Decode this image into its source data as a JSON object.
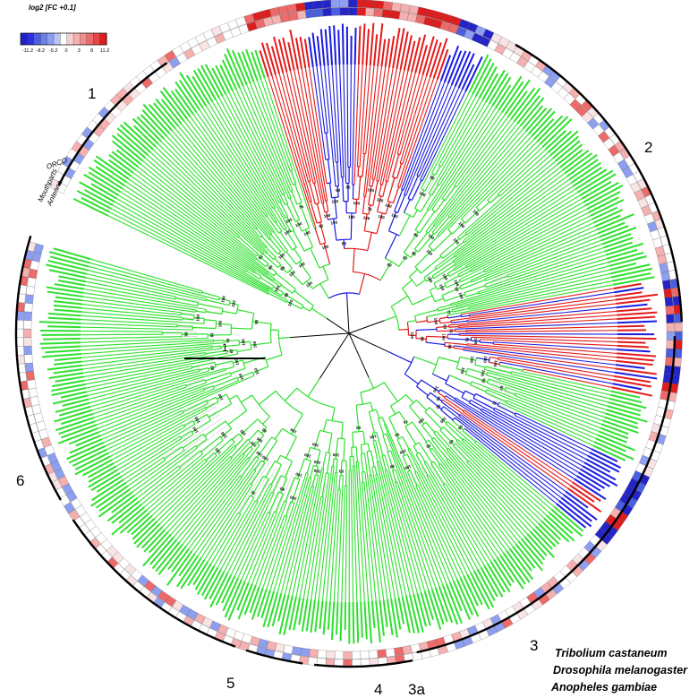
{
  "legend": {
    "title": "log2 [FC +0.1]",
    "ticks": [
      "-11.2",
      "-8.2",
      "-5.2",
      "0",
      "3",
      "8",
      "11.2"
    ],
    "colors": [
      "#2424c8",
      "#4a5ee0",
      "#8e9ff0",
      "#ffffff",
      "#f5b0b0",
      "#ec6a6a",
      "#dc1e1e"
    ]
  },
  "clades": [
    "1",
    "2",
    "3",
    "3a",
    "4",
    "5",
    "6"
  ],
  "side_labels": {
    "orco": "ORCO",
    "mouthparts": "Mouthparts",
    "antenna": "Antenna"
  },
  "scale_bar": {
    "label": "1"
  },
  "species": [
    {
      "name": "Tribolium castaneum",
      "color": "#22dd22"
    },
    {
      "name": "Drosophila melanogaster",
      "color": "#ee1111"
    },
    {
      "name": "Anopheles gambiae",
      "color": "#1111dd"
    }
  ],
  "tree": {
    "color_tribolium": "#2ee02e",
    "color_drosophila": "#e41a1a",
    "color_anopheles": "#1a1ae0",
    "color_neutral": "#000000"
  }
}
